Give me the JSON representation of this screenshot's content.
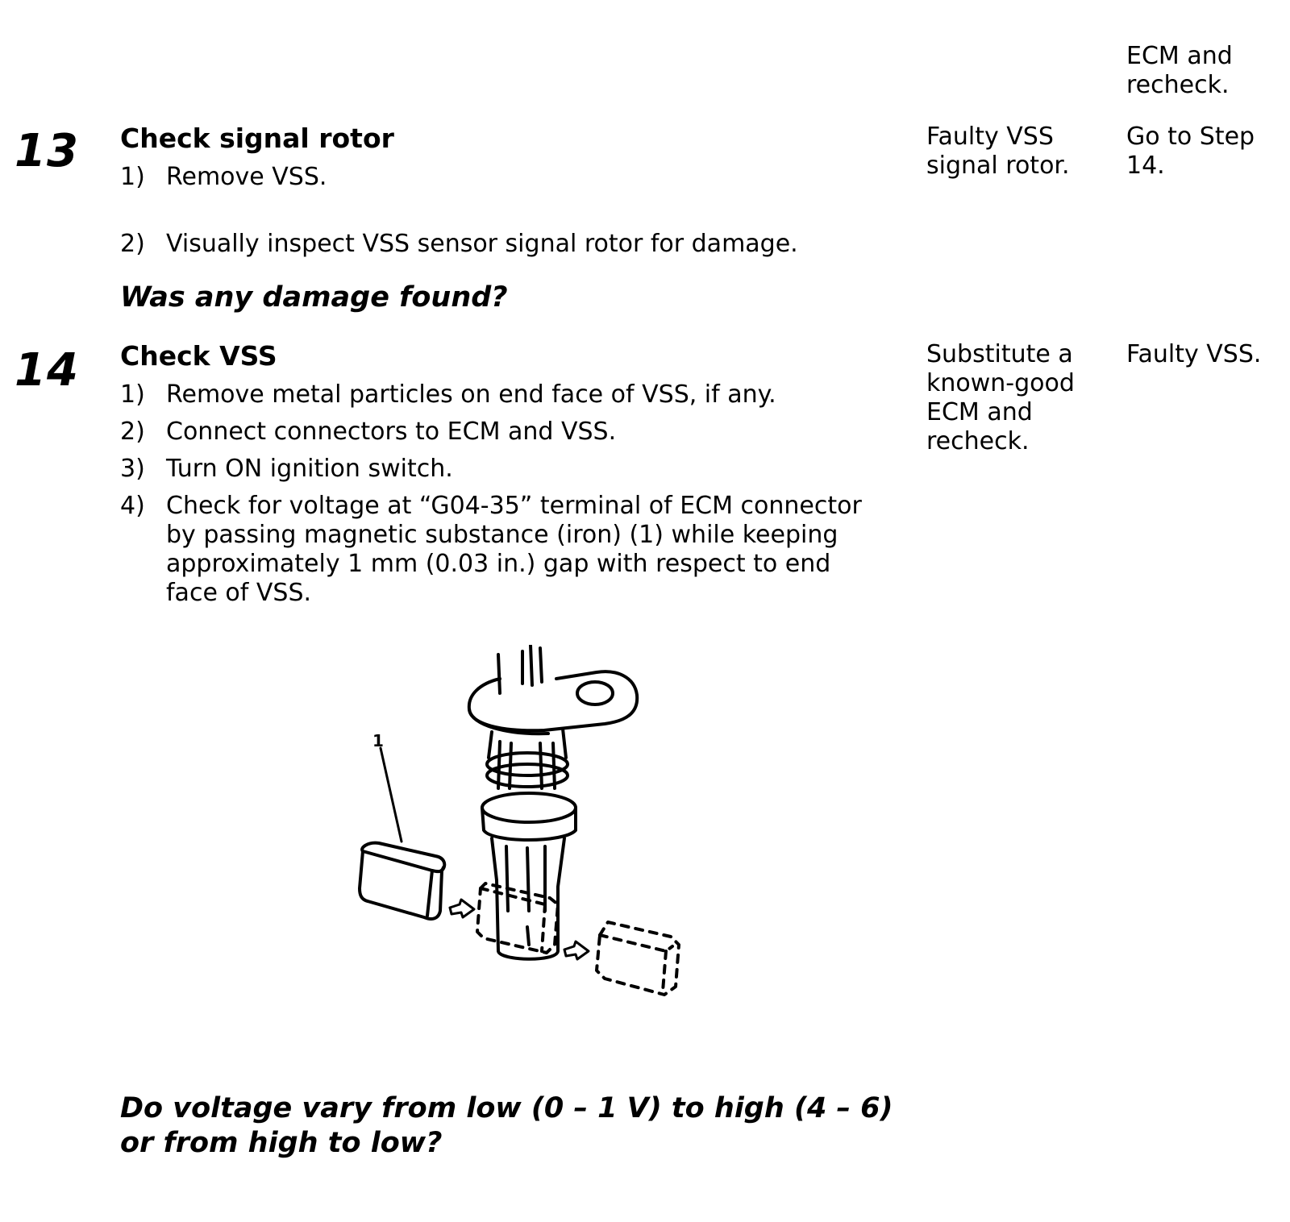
{
  "top_cont": {
    "result": "ECM and recheck."
  },
  "steps": [
    {
      "number": "13",
      "title": "Check signal rotor",
      "items": [
        {
          "n": "1)",
          "text": "Remove VSS."
        },
        {
          "n": "2)",
          "text": "Visually inspect VSS sensor signal rotor for damage."
        }
      ],
      "question": "Was any damage found?",
      "yes": "Faulty VSS signal rotor.",
      "no": "Go to Step 14."
    },
    {
      "number": "14",
      "title": "Check VSS",
      "items": [
        {
          "n": "1)",
          "text": "Remove metal particles on end face of VSS, if any."
        },
        {
          "n": "2)",
          "text": "Connect connectors to ECM and VSS."
        },
        {
          "n": "3)",
          "text": "Turn ON ignition switch."
        },
        {
          "n": "4)",
          "text": "Check for voltage at “G04-35” terminal of ECM connector by passing magnetic substance (iron) (1) while keeping approximately 1 mm (0.03 in.) gap with respect to end face of VSS."
        }
      ],
      "figure": {
        "callout": "1"
      },
      "question": "Do voltage vary from low (0 – 1 V) to high (4 – 6) or from high to low?",
      "yes": "Substitute a known-good ECM and recheck.",
      "no": "Faulty VSS."
    }
  ]
}
